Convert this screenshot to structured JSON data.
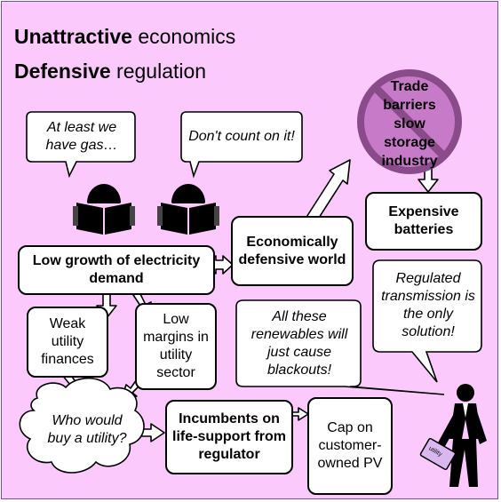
{
  "heading": {
    "line1_bold": "Unattractive",
    "line1_rest": " economics",
    "line2_bold": "Defensive",
    "line2_rest": " regulation"
  },
  "speech": {
    "gas": "At least we have gas…",
    "count": "Don't count on it!",
    "renewables": "All these renewables will just cause blackouts!",
    "transmission": "Regulated transmission is the only solution!",
    "buy": "Who would buy a utility?"
  },
  "trade_barrier": "Trade barriers slow storage industry",
  "boxes": {
    "batteries": "Expensive batteries",
    "economically_defensive": "Economically defensive world",
    "low_growth": "Low growth of electricity demand",
    "weak_finances": "Weak utility finances",
    "low_margins": "Low margins in utility sector",
    "incumbents": "Incumbents on life-support from regulator",
    "cap_pv": "Cap on customer-owned PV"
  },
  "briefcase_label": "utility",
  "colors": {
    "background": "#fbc9fb",
    "panel_border": "#6e52a8",
    "prohibit_circle": "#c77ac7",
    "prohibit_ring": "#8a4b8a",
    "arrow_fill": "#ffffff",
    "figure": "#000000"
  },
  "icons": [
    "newspaper-reader-icon",
    "businessman-icon",
    "briefcase-icon",
    "prohibition-sign-icon"
  ]
}
